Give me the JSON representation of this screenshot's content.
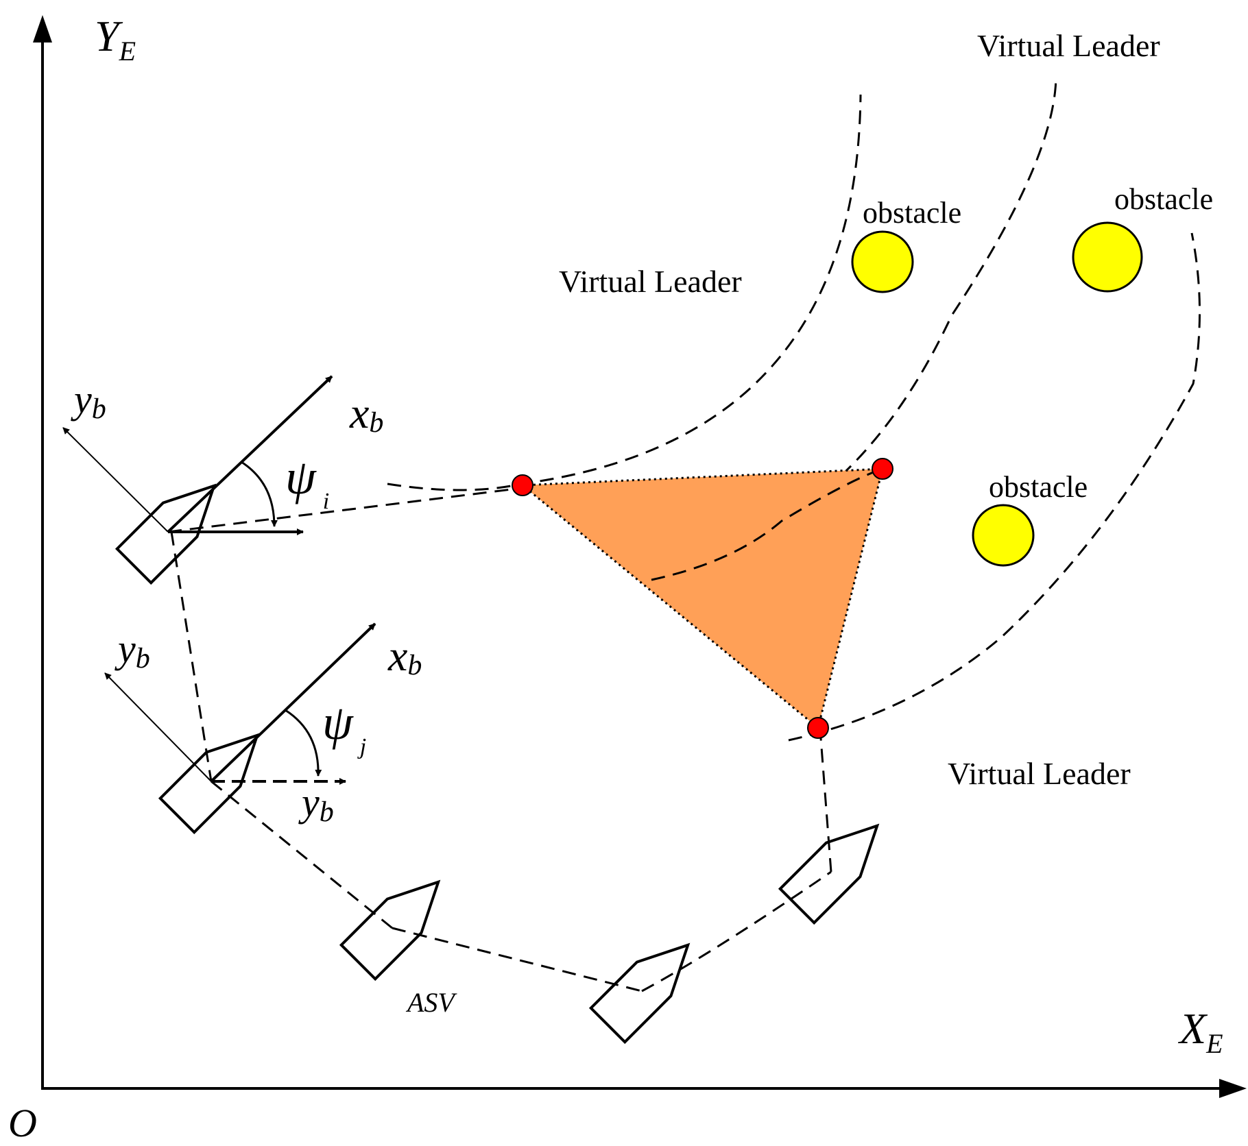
{
  "axes": {
    "origin": "O",
    "y_main": "Y",
    "y_sub": "E",
    "x_main": "X",
    "x_sub": "E"
  },
  "leaders": {
    "top_right": "Virtual Leader",
    "middle": "Virtual Leader",
    "bottom_right": "Virtual Leader"
  },
  "obstacles": {
    "top_center": "obstacle",
    "top_right": "obstacle",
    "middle_right": "obstacle",
    "color": "#ffff00"
  },
  "frame_i": {
    "x_main": "x",
    "x_sub": "b",
    "y_main": "y",
    "y_sub": "b",
    "psi": "ψ",
    "psi_sub": "i"
  },
  "frame_j": {
    "x_main": "x",
    "x_sub": "b",
    "y_main": "y",
    "y_sub": "b",
    "psi": "ψ",
    "psi_sub": "j",
    "y2_main": "y",
    "y2_sub": "b"
  },
  "vessel_label": "ASV",
  "formation": {
    "fill": "#ffa057",
    "node_color": "#ff0000"
  }
}
